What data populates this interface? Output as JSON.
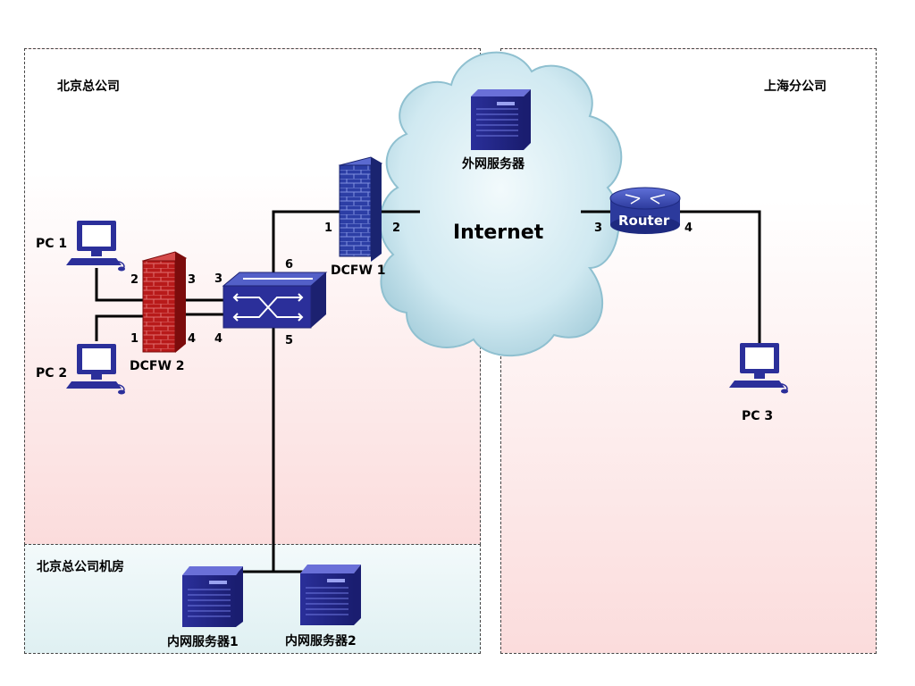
{
  "regions": {
    "beijing_hq": "北京总公司",
    "shanghai_branch": "上海分公司",
    "beijing_machine_room": "北京总公司机房"
  },
  "devices": {
    "pc1": "PC 1",
    "pc2": "PC 2",
    "pc3": "PC 3",
    "dcfw1": "DCFW 1",
    "dcfw2": "DCFW 2",
    "router": "Router",
    "external_server": "外网服务器",
    "internal_server1": "内网服务器1",
    "internal_server2": "内网服务器2",
    "internet": "Internet"
  },
  "ports": {
    "dcfw2_p2": "2",
    "dcfw2_p3": "3",
    "dcfw2_p1": "1",
    "dcfw2_p4": "4",
    "switch_p3": "3",
    "switch_p4": "4",
    "switch_p6": "6",
    "switch_p5": "5",
    "dcfw1_p1": "1",
    "dcfw1_p2": "2",
    "router_p3": "3",
    "router_p4": "4"
  },
  "colors": {
    "region_fill_top": "#ffffff",
    "region_fill_bottom": "#fbdcdc",
    "machine_room_fill": "#e4f3f4",
    "firewall_red": "#b01919",
    "firewall_blue": "#283a9e",
    "device_blue": "#2b2f9a",
    "cloud_fill": "#d3ebf2"
  }
}
